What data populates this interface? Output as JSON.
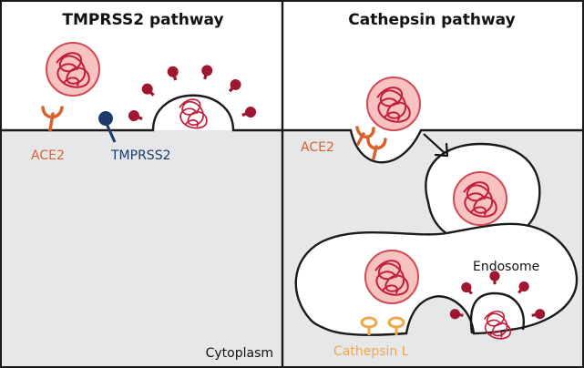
{
  "panels": {
    "left": {
      "title": "TMPRSS2 pathway"
    },
    "right": {
      "title": "Cathepsin pathway"
    }
  },
  "labels": {
    "ace2_left": "ACE2",
    "tmprss2": "TMPRSS2",
    "cytoplasm": "Cytoplasm",
    "ace2_right": "ACE2",
    "endosome": "Endosome",
    "cathepsin_l": "Cathepsin L"
  },
  "colors": {
    "ace2": "#d9612b",
    "tmprss2": "#1e3a6a",
    "cathepsin": "#f0a848",
    "virus_fill": "#f7c2bf",
    "virus_stroke": "#cf4a55",
    "spike": "#9e1630",
    "rna": "#c21d3a",
    "cytoplasm": "#e5e7e9",
    "outline": "#1a1a1a"
  }
}
